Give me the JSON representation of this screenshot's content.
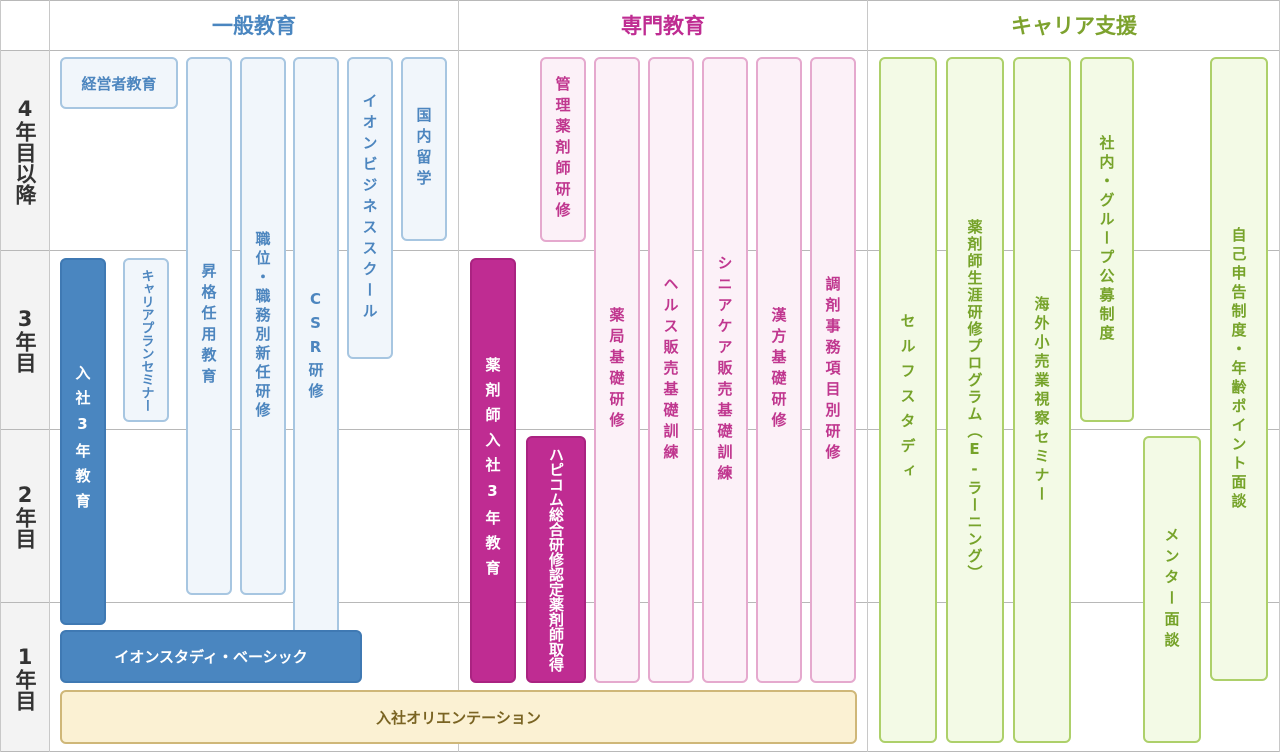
{
  "headers": {
    "general": "一般教育",
    "specialty": "専門教育",
    "career": "キャリア支援"
  },
  "rows": {
    "year4": "4年目以降",
    "year3": "3年目",
    "year2": "2年目",
    "year1": "1年目"
  },
  "general": {
    "keieisha": "経営者教育",
    "shokaku": "昇格任用教育",
    "shokui": "職位・職務別新任研修",
    "csr": "CSR研修",
    "aeon_business_school": "イオンビジネススクール",
    "kokunai_ryugaku": "国内留学",
    "nyusha3": "入社3年教育",
    "career_plan": "キャリアプランセミナー",
    "aeon_study_basic": "イオンスタディ・ベーシック"
  },
  "specialty": {
    "kanri_yakuzaishi": "管理薬剤師研修",
    "yakkyoku": "薬局基礎研修",
    "health_sales": "ヘルス販売基礎訓練",
    "senior_care": "シニアケア販売基礎訓練",
    "kampo": "漢方基礎研修",
    "chozai": "調剤事務項目別研修",
    "yakuzaishi_nyusha3": "薬剤師入社3年教育",
    "hapicom_line1": "ハピコム総合研修",
    "hapicom_line2": "認定薬剤師取得"
  },
  "orientation": "入社オリエンテーション",
  "career": {
    "self_study": "セルフスタディ",
    "elearning": "薬剤師生涯研修プログラム（E-ラーニング）",
    "overseas": "海外小売業視察セミナー",
    "group_recruit": "社内・グループ公募制度",
    "mentor": "メンター面談",
    "self_report": "自己申告制度・年齢ポイント面談"
  },
  "colors": {
    "general_header": "#4a86c0",
    "specialty_header": "#bf2c92",
    "career_header": "#7da22e",
    "row_label_bg": "#f3f3f3",
    "grid_line": "#b8b8b8"
  }
}
